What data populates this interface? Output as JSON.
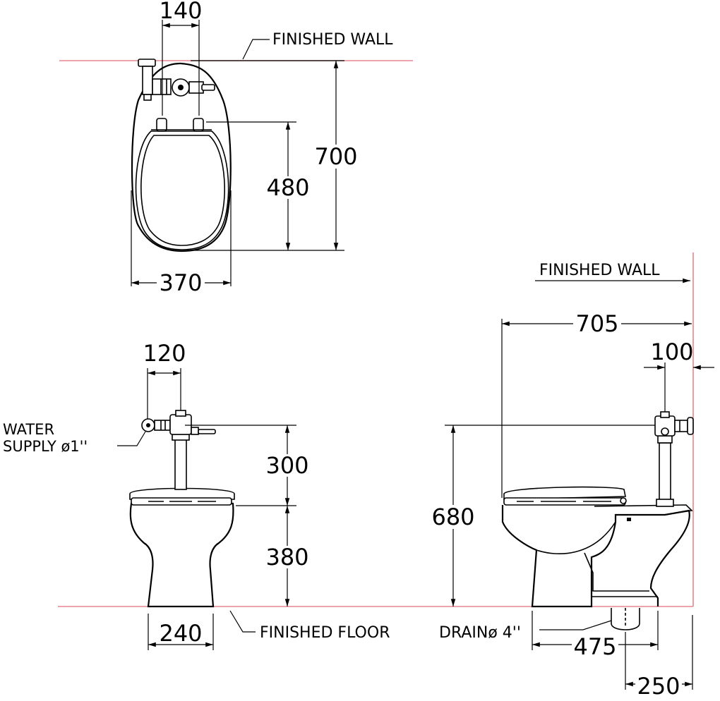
{
  "top_view": {
    "wall_label": "FINISHED WALL",
    "dim_width_valves": "140",
    "dim_total_depth": "700",
    "dim_seat_depth": "480",
    "dim_bowl_width": "370"
  },
  "front_view": {
    "dim_valve_offset": "120",
    "water_supply_line1": "WATER",
    "water_supply_line2": "SUPPLY ø1''",
    "dim_valve_height": "300",
    "dim_seat_height": "380",
    "dim_base_width": "240",
    "floor_label": "FINISHED FLOOR"
  },
  "side_view": {
    "wall_label": "FINISHED WALL",
    "dim_total_length": "705",
    "dim_wall_offset": "100",
    "dim_supply_height": "680",
    "drain_label": "DRAINø 4''",
    "dim_drain_from_front": "475",
    "dim_drain_from_wall": "250"
  },
  "colors": {
    "wall_line": "#e8858f",
    "line": "#000000",
    "background": "#ffffff"
  }
}
